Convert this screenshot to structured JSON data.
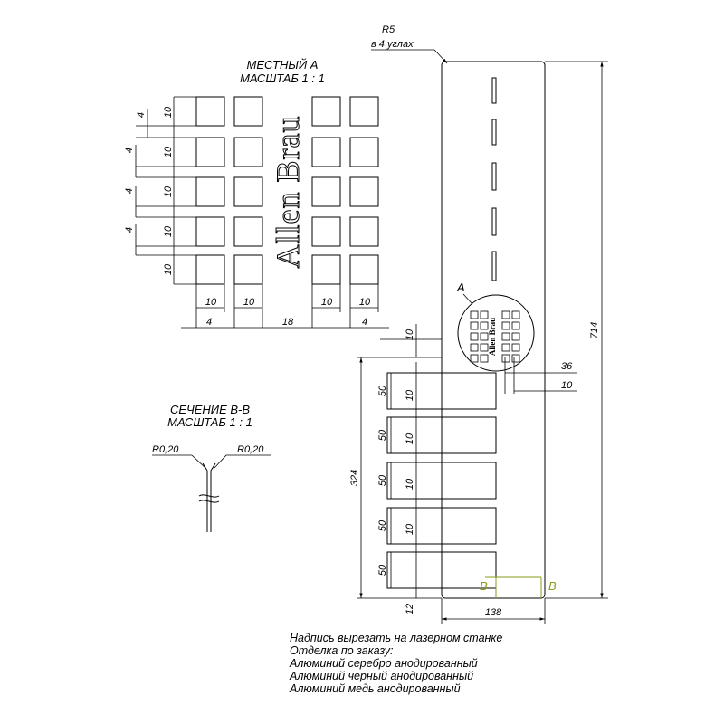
{
  "detail_a": {
    "title_line1": "МЕСТНЫЙ А",
    "title_line2": "МАСШТАБ 1 : 1",
    "logo_text": "Allen Brau",
    "dim_row_height": "10",
    "dim_row_gap": "4",
    "dim_col_width": "10",
    "dim_col_gap": "4",
    "dim_center_gap": "18"
  },
  "section_bb": {
    "title_line1": "СЕЧЕНИЕ В-В",
    "title_line2": "МАСШТАБ 1 : 1",
    "radius_left": "R0,20",
    "radius_right": "R0,20"
  },
  "main_view": {
    "corner_radius": "R5",
    "corner_note": "в 4 углах",
    "total_height": "714",
    "width": "138",
    "slots_span": "324",
    "slot_height": "50",
    "slot_gap": "10",
    "top_offset": "10",
    "bottom_offset": "12",
    "detail_offset": "36",
    "detail_width": "10",
    "detail_label": "A",
    "section_label_left": "B",
    "section_label_right": "B",
    "section_label_color": "#8a9a1c"
  },
  "notes": [
    "Надпись вырезать на лазерном станке",
    "Отделка по заказу:",
    "Алюминий серебро анодированный",
    "Алюминий черный анодированный",
    "Алюминий медь анодированный"
  ]
}
